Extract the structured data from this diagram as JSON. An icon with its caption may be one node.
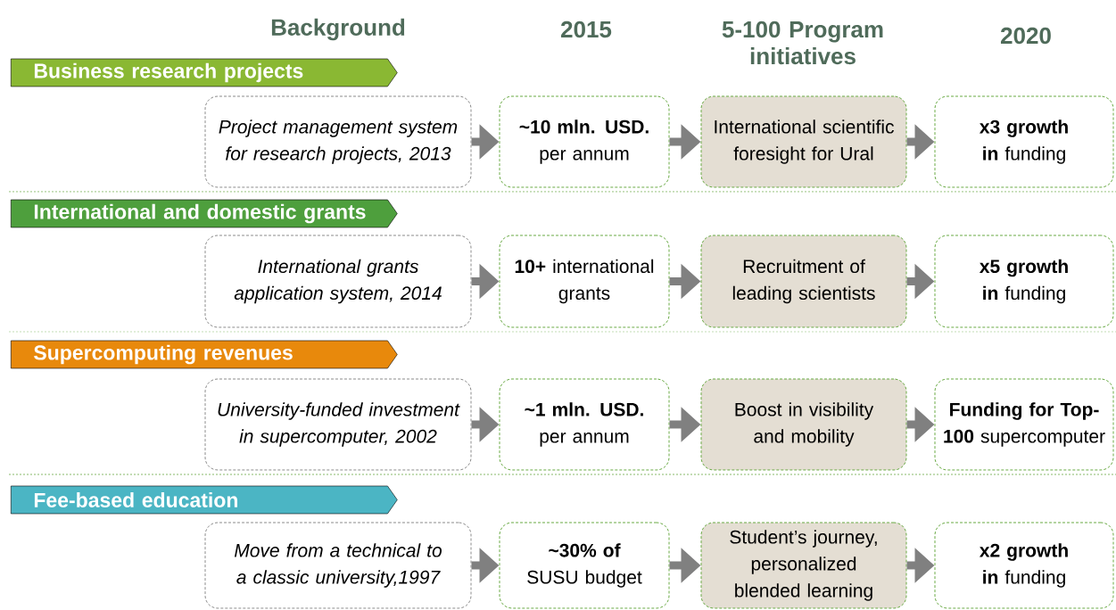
{
  "diagram": {
    "nodes": [
      {
        "text": [
          "Business research projects"
        ]
      },
      {
        "text": [
          "Project management system for research projects, 2013"
        ]
      },
      {
        "text": [
          "**~10 mln. USD.** per annum"
        ]
      },
      {
        "text": [
          "International scientific foresight for Ural"
        ]
      },
      {
        "text": [
          "**x3 growth in** funding"
        ]
      },
      {
        "text": [
          "International and domestic grants"
        ]
      },
      {
        "text": [
          "International grants application system, 2014"
        ]
      },
      {
        "text": [
          "**10+** international grants"
        ]
      },
      {
        "text": [
          "Recruitment of leading scientists"
        ]
      },
      {
        "text": [
          "**x5 growth in** funding"
        ]
      },
      {
        "text": [
          "Supercomputing revenues"
        ]
      },
      {
        "text": [
          "University-funded investment in supercomputer, 2002"
        ]
      },
      {
        "text": [
          "**~1 mln. USD.** per annum"
        ]
      },
      {
        "text": [
          "Boost in visibility and mobility"
        ]
      },
      {
        "text": [
          "**Funding for Top-100** supercomputer"
        ]
      },
      {
        "text": [
          "Fee-based education"
        ]
      },
      {
        "text": [
          "Move from a technical to a classic university,1997"
        ]
      },
      {
        "text": [
          "**~30% of** SUSU budget"
        ]
      },
      {
        "text": [
          "Student’s journey, personalized blended learning"
        ]
      },
      {
        "text": [
          "**x2 growth in** funding"
        ]
      }
    ],
    "edges": [
      {
        "from": 1,
        "to": 2,
        "arrow": "to"
      },
      {
        "from": 2,
        "to": 3,
        "arrow": "to"
      },
      {
        "from": 3,
        "to": 4,
        "arrow": "to"
      },
      {
        "from": 6,
        "to": 7,
        "arrow": "to"
      },
      {
        "from": 7,
        "to": 8,
        "arrow": "to"
      },
      {
        "from": 8,
        "to": 9,
        "arrow": "to"
      },
      {
        "from": 11,
        "to": 12,
        "arrow": "to"
      },
      {
        "from": 12,
        "to": 13,
        "arrow": "to"
      },
      {
        "from": 13,
        "to": 14,
        "arrow": "to"
      },
      {
        "from": 16,
        "to": 17,
        "arrow": "to"
      },
      {
        "from": 17,
        "to": 18,
        "arrow": "to"
      },
      {
        "from": 18,
        "to": 19,
        "arrow": "to"
      }
    ],
    "labels": [
      "Background",
      "2015",
      "5-100 Program initiatives",
      "2020"
    ]
  }
}
